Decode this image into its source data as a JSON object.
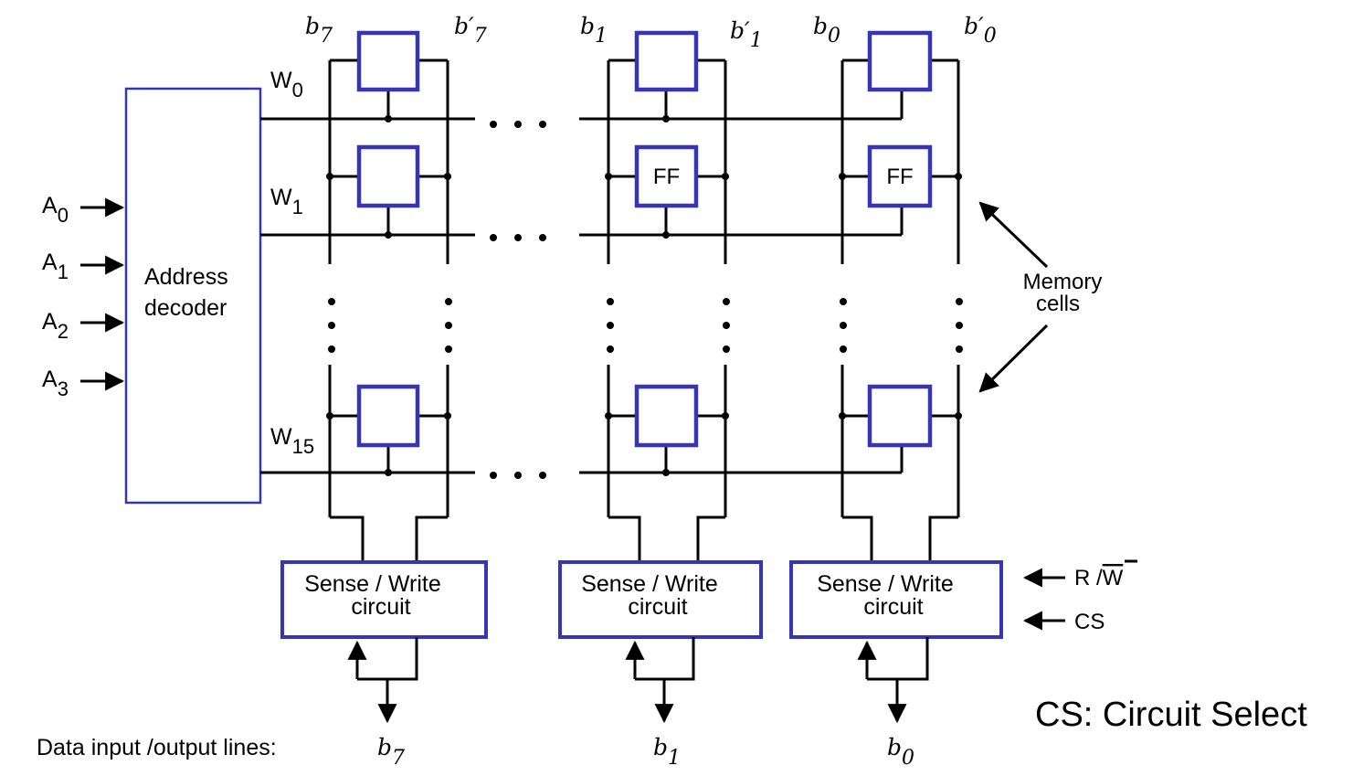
{
  "decoder": {
    "label_line1": "Address",
    "label_line2": "decoder",
    "inputs": [
      {
        "letter": "A",
        "sub": "0"
      },
      {
        "letter": "A",
        "sub": "1"
      },
      {
        "letter": "A",
        "sub": "2"
      },
      {
        "letter": "A",
        "sub": "3"
      }
    ]
  },
  "word_lines": [
    {
      "letter": "W",
      "sub": "0"
    },
    {
      "letter": "W",
      "sub": "1"
    },
    {
      "letter": "W",
      "sub": "15"
    }
  ],
  "bit_lines": [
    {
      "left": "b",
      "left_sub": "7",
      "right": "b′",
      "right_sub": "7"
    },
    {
      "left": "b",
      "left_sub": "1",
      "right": "b′",
      "right_sub": "1"
    },
    {
      "left": "b",
      "left_sub": "0",
      "right": "b′",
      "right_sub": "0"
    }
  ],
  "cell_label": "FF",
  "memory_cells_label_line1": "Memory",
  "memory_cells_label_line2": "cells",
  "sense_write": {
    "line1": "Sense / Write",
    "line2": "circuit"
  },
  "controls": {
    "rw_prefix": "R /",
    "rw_bar": "W",
    "cs": "CS"
  },
  "data_io": {
    "label": "Data input /output lines:",
    "lines": [
      {
        "letter": "b",
        "sub": "7"
      },
      {
        "letter": "b",
        "sub": "1"
      },
      {
        "letter": "b",
        "sub": "0"
      }
    ]
  },
  "footnote": "CS: Circuit Select"
}
